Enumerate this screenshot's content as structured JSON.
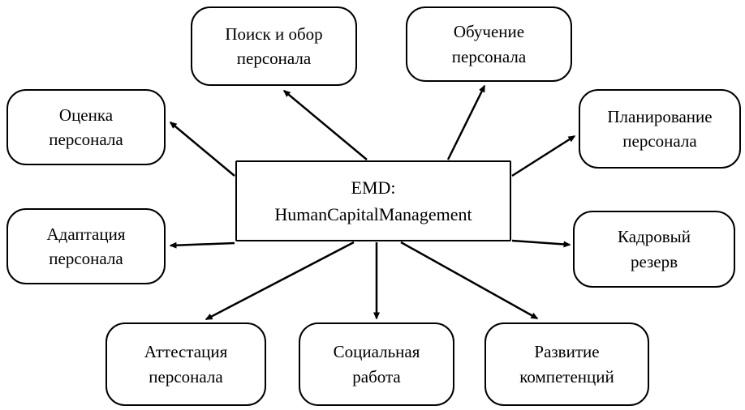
{
  "diagram": {
    "title": "EMD HumanCapitalManagement module diagram",
    "colors": {
      "background": "#ffffff",
      "stroke": "#000000",
      "text": "#000000"
    },
    "center": {
      "label": "EMD:\nHumanCapitalManagement"
    },
    "nodes": [
      {
        "id": "search-selection",
        "label": "Поиск и обор\nперсонала"
      },
      {
        "id": "training",
        "label": "Обучение\nперсонала"
      },
      {
        "id": "assessment",
        "label": "Оценка\nперсонала"
      },
      {
        "id": "planning",
        "label": "Планирование\nперсонала"
      },
      {
        "id": "adaptation",
        "label": "Адаптация\nперсонала"
      },
      {
        "id": "talent-pool",
        "label": "Кадровый\nрезерв"
      },
      {
        "id": "attestation",
        "label": "Аттестация\nперсонала"
      },
      {
        "id": "social-work",
        "label": "Социальная\nработа"
      },
      {
        "id": "competency-dev",
        "label": "Развитие\nкомпетенций"
      }
    ]
  }
}
